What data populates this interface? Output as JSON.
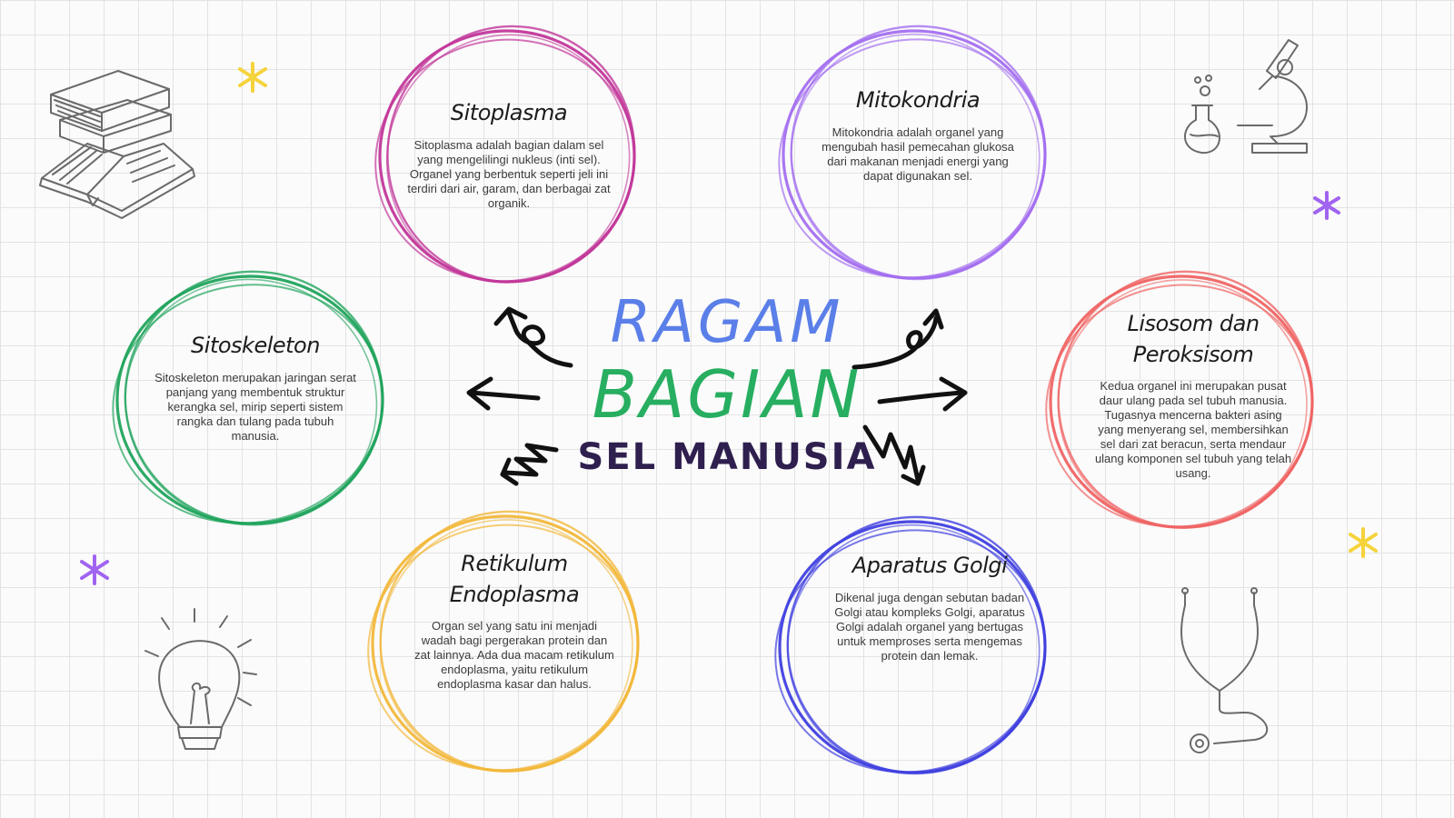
{
  "title": {
    "line1": "RAGAM",
    "line2": "BAGIAN",
    "line3": "SEL MANUSIA",
    "line1_color": "#5b7fe8",
    "line2_color": "#27ae60",
    "line3_color": "#2e1f4e"
  },
  "nodes": [
    {
      "title": "Sitoplasma",
      "description": "Sitoplasma adalah bagian dalam sel yang mengelilingi nukleus (inti sel). Organel yang berbentuk seperti jeli ini terdiri dari air, garam, dan berbagai zat organik.",
      "color": "#c2379a"
    },
    {
      "title": "Mitokondria",
      "description": "Mitokondria adalah organel yang mengubah hasil pemecahan glukosa dari makanan menjadi energi yang dapat digunakan sel.",
      "color": "#a46ff0"
    },
    {
      "title": "Sitoskeleton",
      "description": "Sitoskeleton merupakan jaringan serat panjang yang membentuk struktur kerangka sel, mirip seperti sistem rangka dan tulang pada tubuh manusia.",
      "color": "#20a45c"
    },
    {
      "title": "Lisosom dan Peroksisom",
      "description": "Kedua organel ini merupakan pusat daur ulang pada sel tubuh manusia. Tugasnya mencerna bakteri asing yang menyerang sel, membersihkan sel dari zat beracun, serta mendaur ulang komponen sel tubuh yang telah usang.",
      "color": "#f06464"
    },
    {
      "title": "Retikulum Endoplasma",
      "description": "Organ sel yang satu ini menjadi wadah bagi pergerakan protein dan zat lainnya. Ada dua macam retikulum endoplasma, yaitu retikulum endoplasma kasar dan halus.",
      "color": "#f2b83b"
    },
    {
      "title": "Aparatus Golgi",
      "description": "Dikenal juga dengan sebutan badan Golgi atau kompleks Golgi, aparatus Golgi adalah organel yang bertugas untuk memproses serta mengemas protein dan lemak.",
      "color": "#4040e0"
    }
  ],
  "decorations": {
    "icons": [
      "books-icon",
      "microscope-icon",
      "flask-icon",
      "lightbulb-icon",
      "stethoscope-icon",
      "sparkle-icon"
    ],
    "sparkle_colors": [
      "#f5d33b",
      "#a064f0"
    ],
    "arrow_color": "#111111",
    "doodle_stroke": "#6a6a6a"
  }
}
